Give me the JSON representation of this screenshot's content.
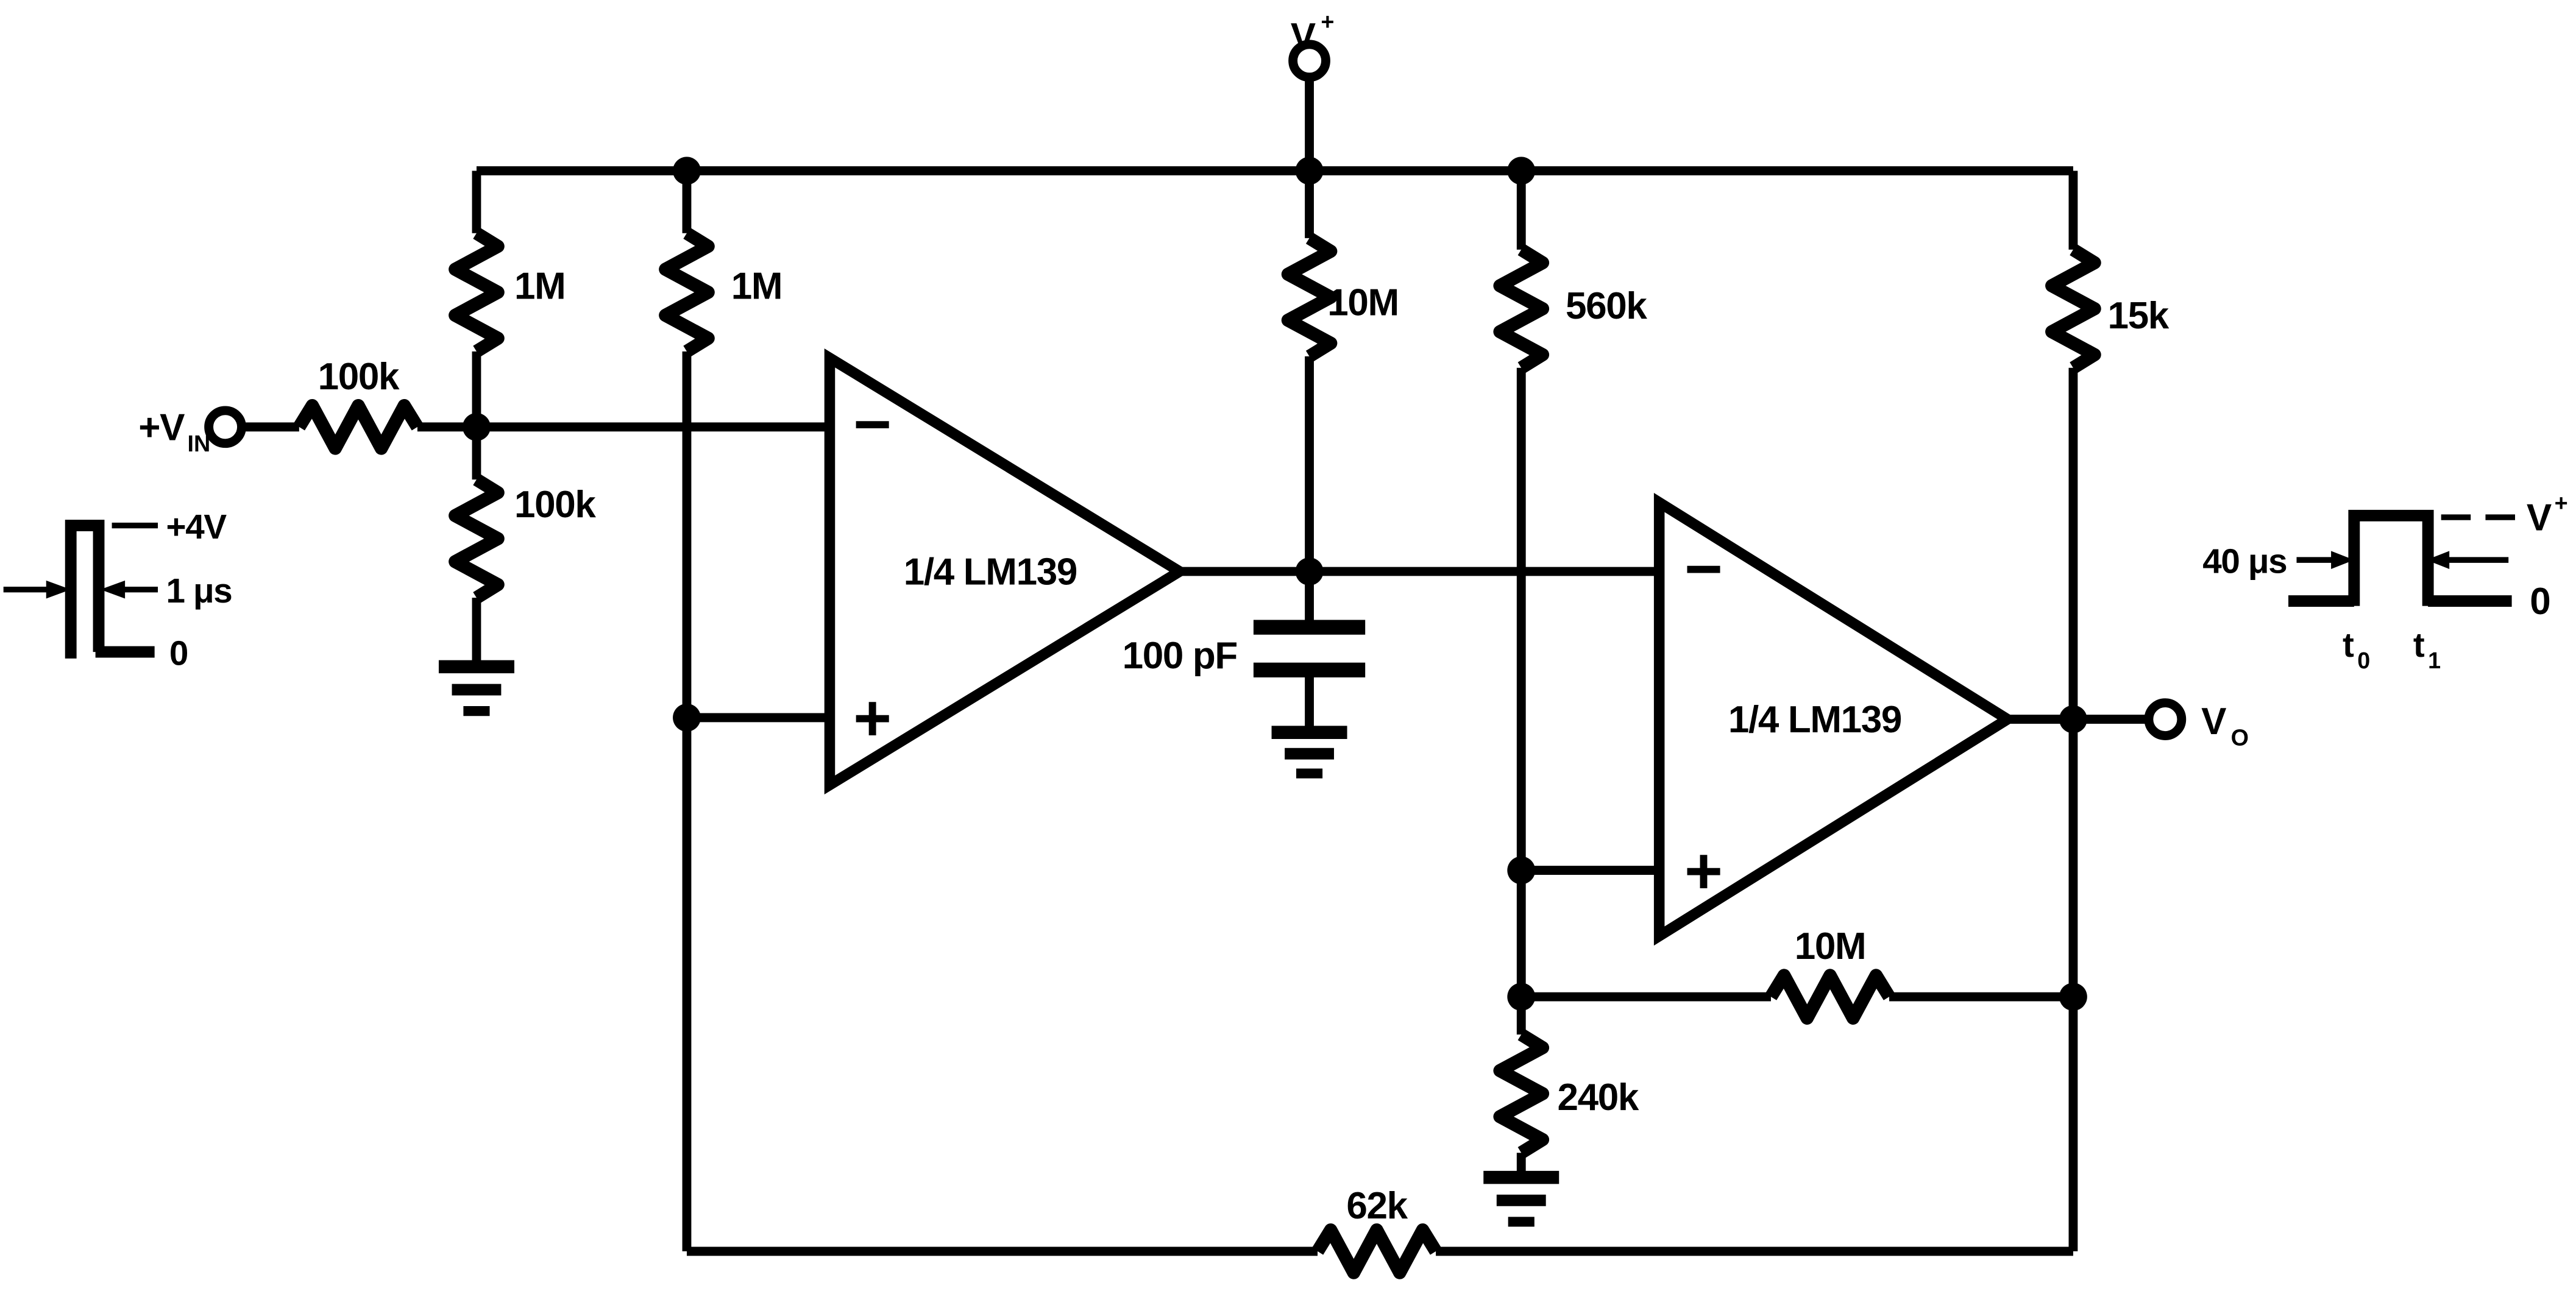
{
  "supply_label": {
    "main": "V",
    "sup": "+"
  },
  "input_terminal": {
    "main": "+V",
    "sub": "IN"
  },
  "output_terminal": {
    "main": "V",
    "sub": "O"
  },
  "resistors": {
    "input_series": "100k",
    "pullup_left": "1M",
    "pullup_mid": "1M",
    "input_shunt": "100k",
    "timing_pullup": "10M",
    "ref_pullup": "560k",
    "output_pullup": "15k",
    "feedback": "10M",
    "ref_lower": "240k",
    "hysteresis": "62k"
  },
  "capacitor": {
    "value": "100 pF"
  },
  "comparators": {
    "first": "1/4 LM139",
    "second": "1/4 LM139",
    "inverting": "−",
    "noninverting": "+"
  },
  "input_waveform": {
    "level": "+4V",
    "width": "1 μs",
    "zero": "0"
  },
  "output_waveform": {
    "width": "40 μs",
    "level_main": "V",
    "level_sup": "+",
    "zero": "0",
    "t_start_main": "t",
    "t_start_sub": "0",
    "t_end_main": "t",
    "t_end_sub": "1"
  }
}
